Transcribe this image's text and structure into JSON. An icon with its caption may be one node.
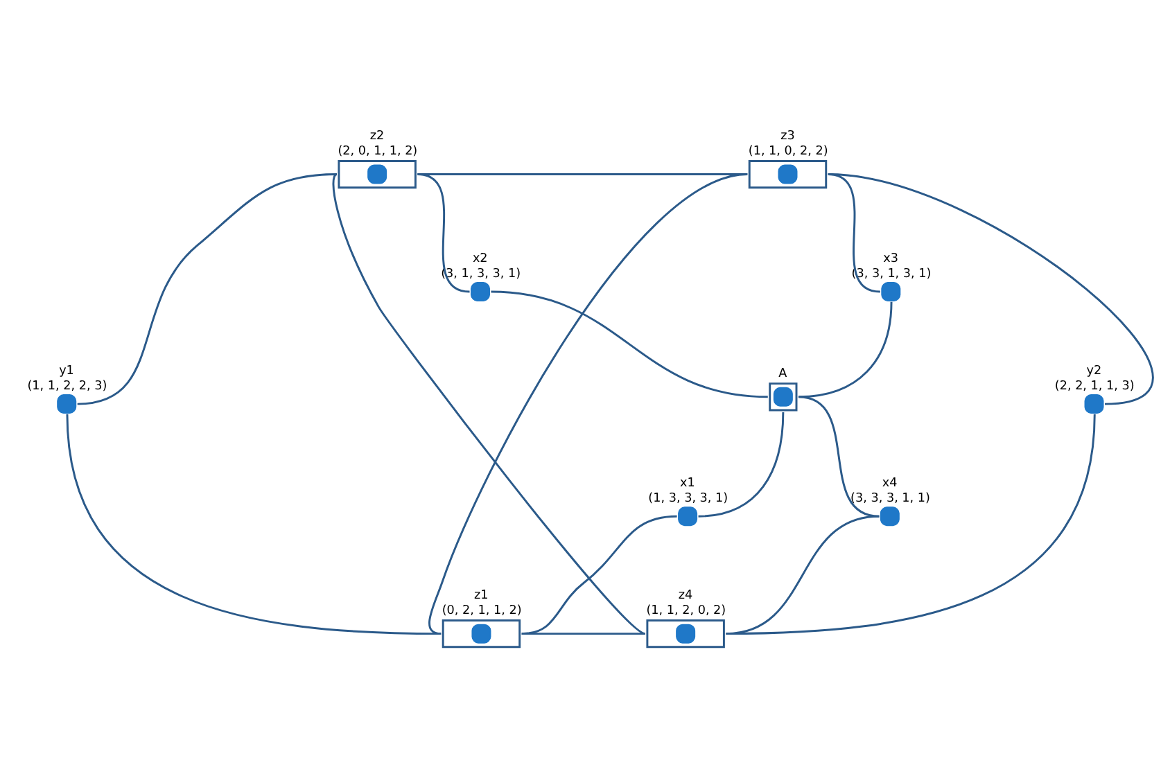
{
  "diagram": {
    "nodes": [
      {
        "text": [],
        "shape": "box",
        "beside": [
          "z2",
          "(2, 0, 1, 1, 2)"
        ]
      },
      {
        "text": [],
        "shape": "box",
        "beside": [
          "z3",
          "(1, 1, 0, 2, 2)"
        ]
      },
      {
        "text": [],
        "shape": "circle",
        "beside": [
          "x2",
          "(3, 1, 3, 3, 1)"
        ]
      },
      {
        "text": [],
        "shape": "circle",
        "beside": [
          "x3",
          "(3, 3, 1, 3, 1)"
        ]
      },
      {
        "text": [],
        "shape": "circle",
        "beside": [
          "y1",
          "(1, 1, 2, 2, 3)"
        ]
      },
      {
        "text": [],
        "shape": "box",
        "beside": [
          "A"
        ]
      },
      {
        "text": [],
        "shape": "circle",
        "beside": [
          "y2",
          "(2, 2, 1, 1, 3)"
        ]
      },
      {
        "text": [],
        "shape": "circle",
        "beside": [
          "x1",
          "(1, 3, 3, 3, 1)"
        ]
      },
      {
        "text": [],
        "shape": "circle",
        "beside": [
          "x4",
          "(3, 3, 3, 1, 1)"
        ]
      },
      {
        "text": [],
        "shape": "box",
        "beside": [
          "z1",
          "(0, 2, 1, 1, 2)"
        ]
      },
      {
        "text": [],
        "shape": "box",
        "beside": [
          "z4",
          "(1, 1, 2, 0, 2)"
        ]
      }
    ],
    "edges": [
      {
        "from": 0,
        "to": 1,
        "arrow": "none"
      },
      {
        "from": 0,
        "to": 4,
        "arrow": "none"
      },
      {
        "from": 4,
        "to": 9,
        "arrow": "none"
      },
      {
        "from": 0,
        "to": 2,
        "arrow": "none"
      },
      {
        "from": 2,
        "to": 5,
        "arrow": "none"
      },
      {
        "from": 0,
        "to": 10,
        "arrow": "none"
      },
      {
        "from": 1,
        "to": 3,
        "arrow": "none"
      },
      {
        "from": 3,
        "to": 5,
        "arrow": "none"
      },
      {
        "from": 1,
        "to": 6,
        "arrow": "none"
      },
      {
        "from": 6,
        "to": 10,
        "arrow": "none"
      },
      {
        "from": 1,
        "to": 9,
        "arrow": "none"
      },
      {
        "from": 5,
        "to": 7,
        "arrow": "none"
      },
      {
        "from": 7,
        "to": 9,
        "arrow": "none"
      },
      {
        "from": 5,
        "to": 8,
        "arrow": "none"
      },
      {
        "from": 8,
        "to": 10,
        "arrow": "none"
      },
      {
        "from": 9,
        "to": 10,
        "arrow": "none"
      }
    ]
  }
}
